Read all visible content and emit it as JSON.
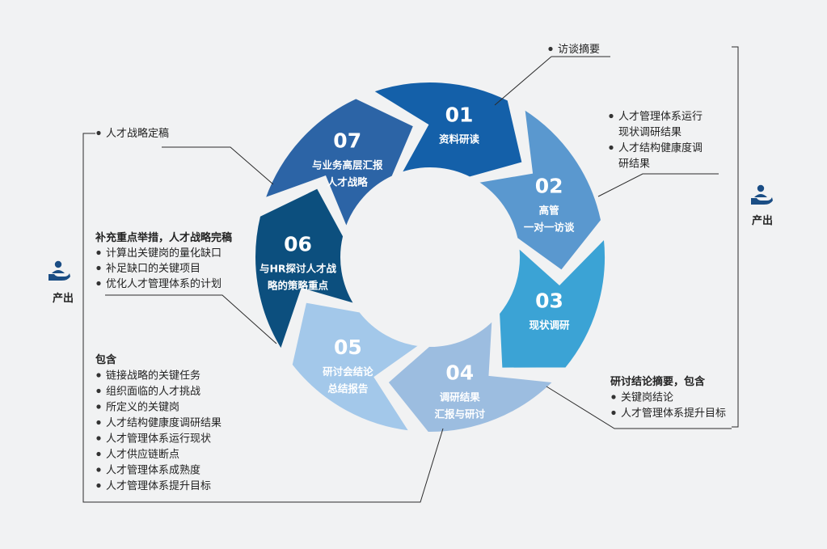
{
  "segments": [
    {
      "num": "01",
      "label": [
        "资料研读"
      ],
      "color": "#1460a9"
    },
    {
      "num": "02",
      "label": [
        "高管",
        "一对一访谈"
      ],
      "color": "#5a98cf"
    },
    {
      "num": "03",
      "label": [
        "现状调研"
      ],
      "color": "#3ba3d5"
    },
    {
      "num": "04",
      "label": [
        "调研结果",
        "汇报与研讨"
      ],
      "color": "#9cbde0"
    },
    {
      "num": "05",
      "label": [
        "研讨会结论",
        "总结报告"
      ],
      "color": "#a3c8ea"
    },
    {
      "num": "06",
      "label": [
        "与HR探讨人才战",
        "略的策略重点"
      ],
      "color": "#0c4f7e"
    },
    {
      "num": "07",
      "label": [
        "与业务高层汇报",
        "人才战略"
      ],
      "color": "#2c64a6"
    }
  ],
  "annotations": {
    "interview": {
      "bullets": [
        "访谈摘要"
      ]
    },
    "survey": {
      "bullets": [
        "人才管理体系运行现状调研结果",
        "人才结构健康度调研结果"
      ]
    },
    "discussion": {
      "title": "研讨结论摘要，包含",
      "bullets": [
        "关键岗结论",
        "人才管理体系提升目标"
      ]
    },
    "strategy": {
      "bullets": [
        "人才战略定稿"
      ]
    },
    "supplement": {
      "title": "补充重点举措，人才战略完稿",
      "bullets": [
        "计算出关键岗的量化缺口",
        "补足缺口的关键项目",
        "优化人才管理体系的计划"
      ]
    },
    "contains": {
      "title": "包含",
      "bullets": [
        "链接战略的关键任务",
        "组织面临的人才挑战",
        "所定义的关键岗",
        "人才结构健康度调研结果",
        "人才管理体系运行现状",
        "人才供应链断点",
        "人才管理体系成熟度",
        "人才管理体系提升目标"
      ]
    }
  },
  "output_left": "产出",
  "output_right": "产出",
  "person_icon": "person-hand-icon"
}
